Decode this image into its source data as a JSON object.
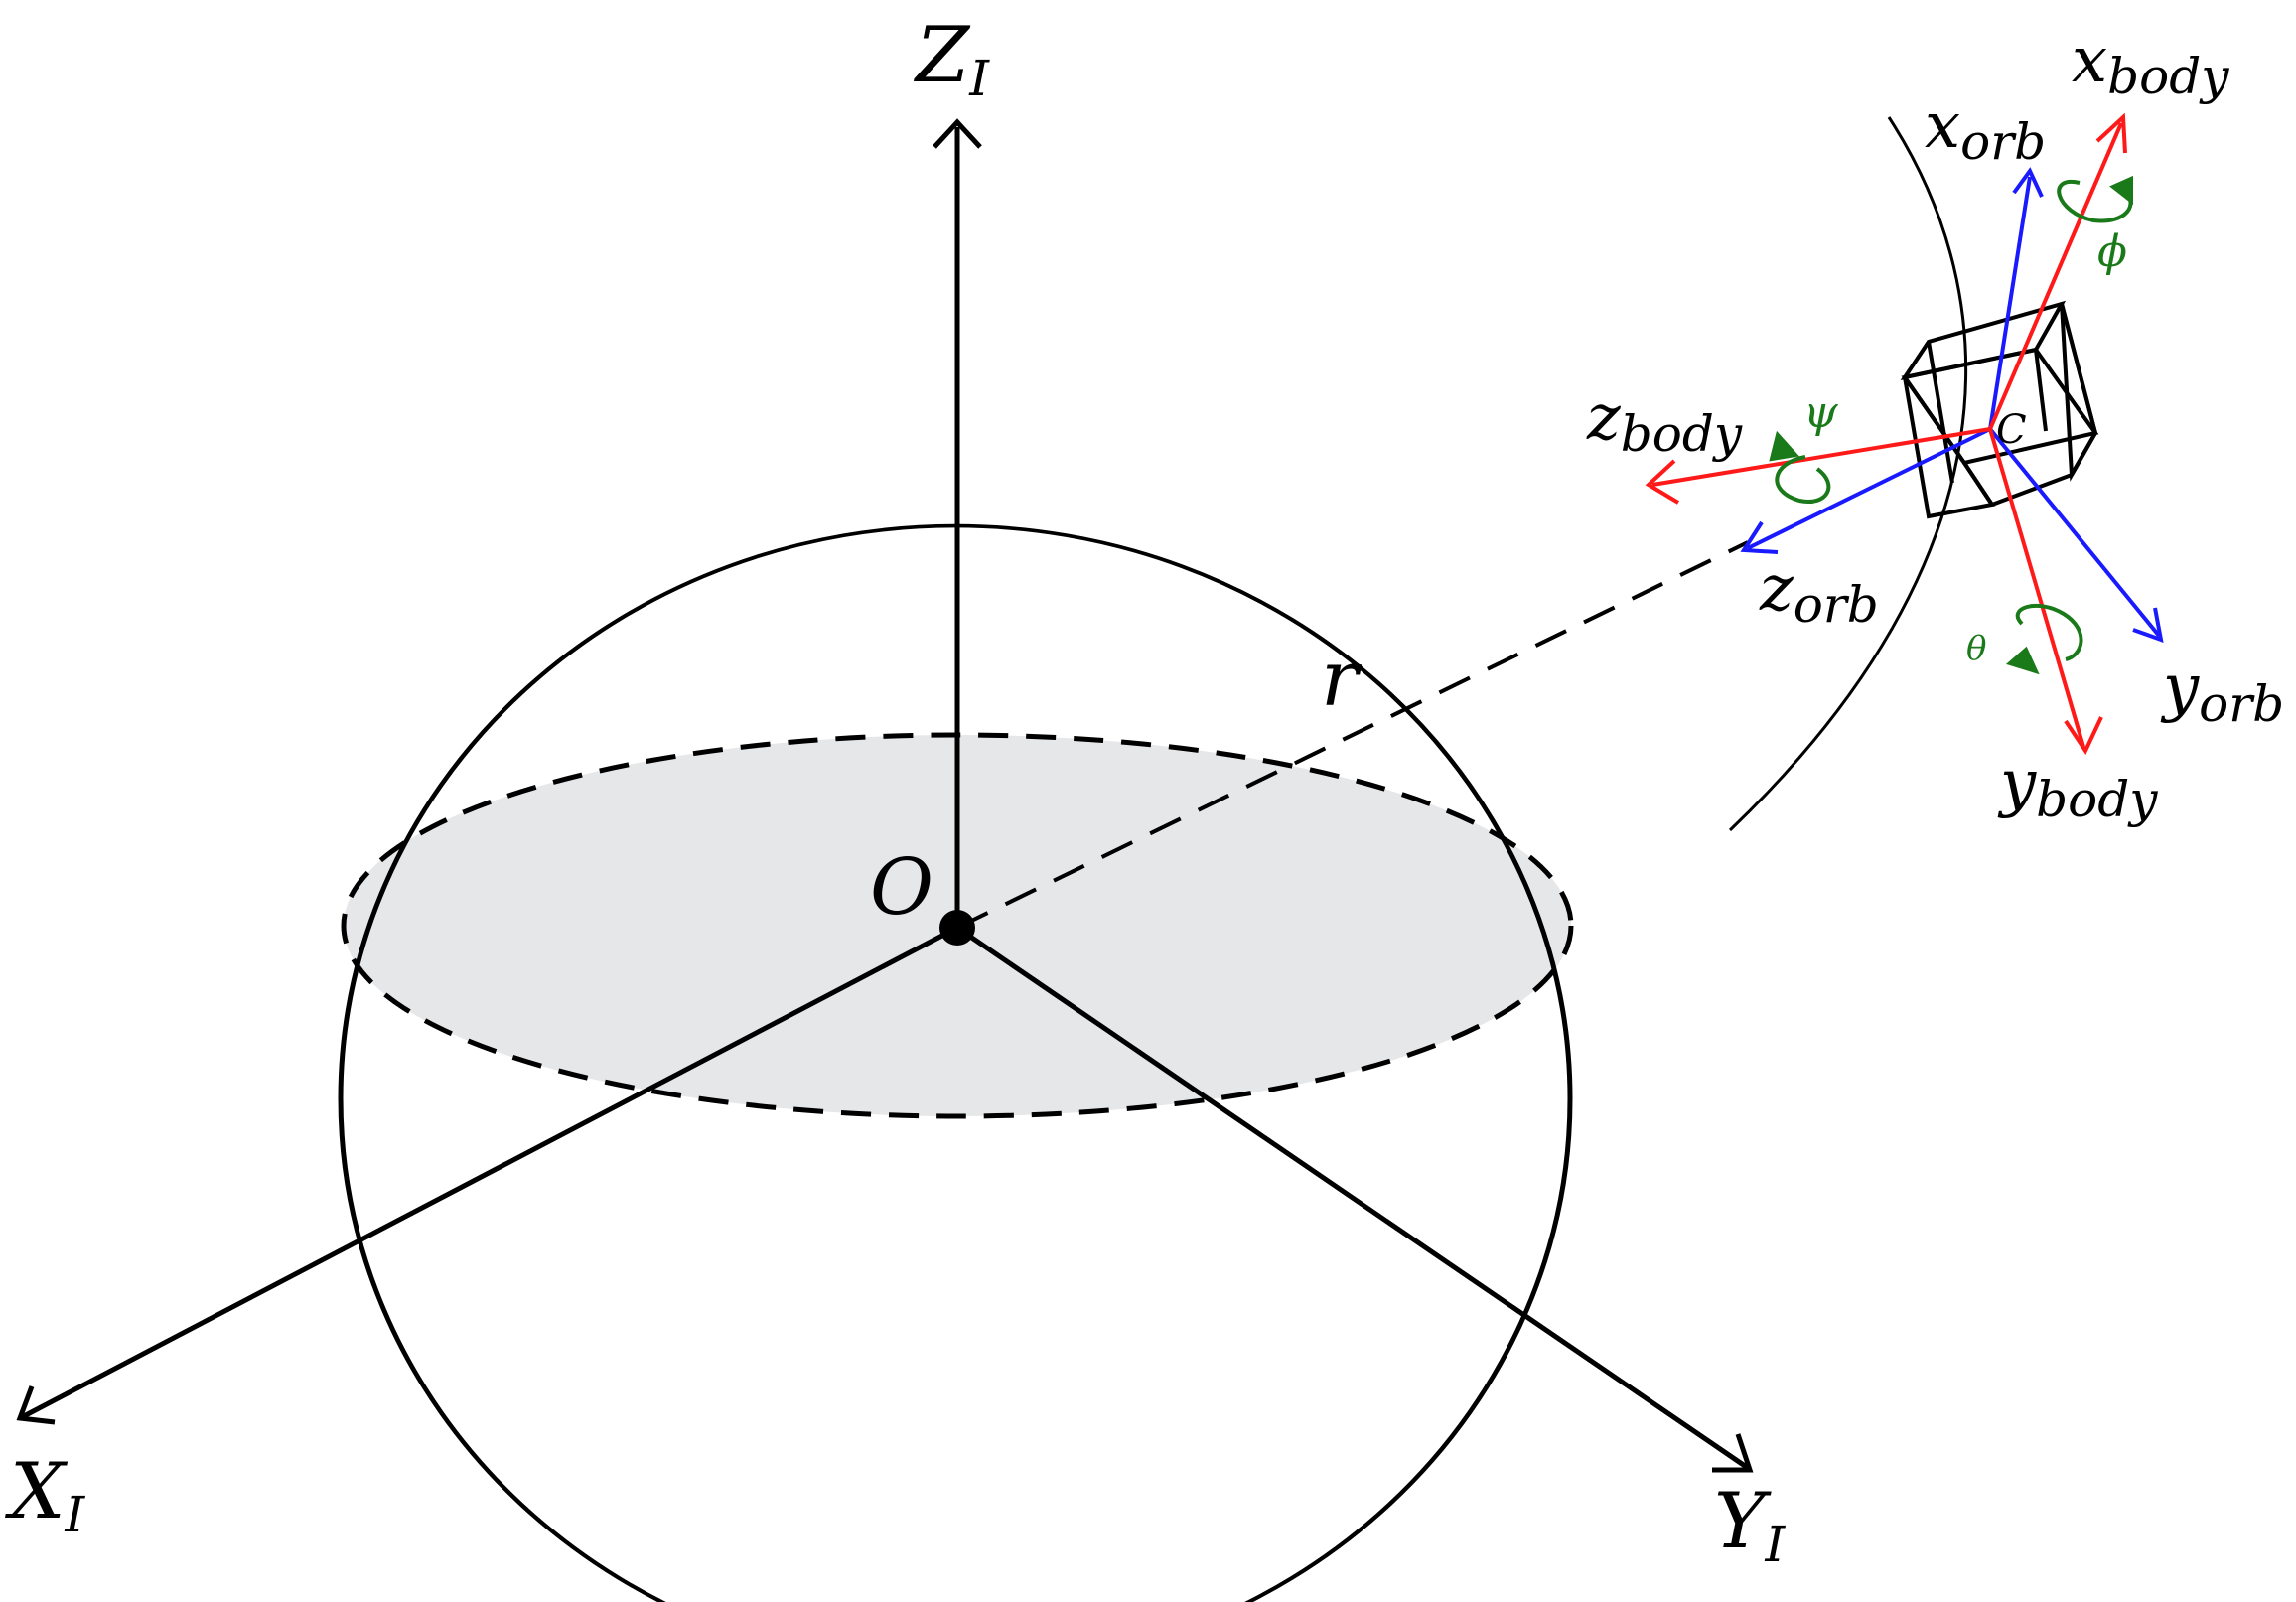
{
  "labels": {
    "z_inertial_main": "Z",
    "z_inertial_sub": "I",
    "x_inertial_main": "X",
    "x_inertial_sub": "I",
    "y_inertial_main": "Y",
    "y_inertial_sub": "I",
    "origin": "O",
    "radius": "r",
    "satellite_center": "C",
    "x_orb_main": "x",
    "x_orb_sub": "orb",
    "y_orb_main": "y",
    "y_orb_sub": "orb",
    "z_orb_main": "z",
    "z_orb_sub": "orb",
    "x_body_main": "x",
    "x_body_sub": "body",
    "y_body_main": "y",
    "y_body_sub": "body",
    "z_body_main": "z",
    "z_body_sub": "body",
    "roll_angle": "ϕ",
    "pitch_angle": "θ",
    "yaw_angle": "ψ"
  },
  "colors": {
    "inertial_axes": "#000000",
    "body_frame": "#ff1a1a",
    "orbital_frame": "#1a1aff",
    "rotation_arrows": "#1a7a1a",
    "equatorial_fill": "#e6e7e9"
  }
}
